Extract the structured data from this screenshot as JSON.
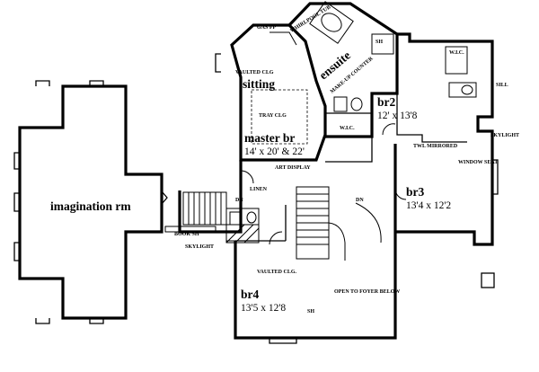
{
  "labels": {
    "whirlpool_tub": "WHIRLPOOL TUB",
    "ensuite": "ensuite",
    "makeup_counter": "MAKE-UP COUNTER",
    "sh_ensuite": "SH",
    "gas_fp": "GAS FP",
    "vaulted_clg_sitting": "VAULTED CLG",
    "sitting": "sitting",
    "tray_clg": "TRAY CLG",
    "master_br": "master br",
    "master_br_dim": "14' x 20' & 22'",
    "wic_master": "W.I.C.",
    "art_display": "ART DISPLAY",
    "linen": "LINEN",
    "dn_1": "DN",
    "dn_2": "DN",
    "br2": "br2",
    "br2_dim": "12' x 13'8",
    "wic_br2": "W.I.C.",
    "sill": "SILL",
    "skylight_right": "SKYLIGHT",
    "twl_mirrored": "TWL MIRRORED",
    "window_seat": "WINDOW SEAT",
    "br3": "br3",
    "br3_dim": "13'4 x 12'2",
    "imagination": "imagination rm",
    "book_sh": "BOOK SH",
    "skylight_left": "SKYLIGHT",
    "vaulted_clg_br4": "VAULTED CLG.",
    "br4": "br4",
    "br4_dim": "13'5 x 12'8",
    "sh_br4": "SH",
    "open_to_foyer": "OPEN TO FOYER BELOW"
  },
  "colors": {
    "ink": "#000000",
    "paper": "#ffffff"
  }
}
